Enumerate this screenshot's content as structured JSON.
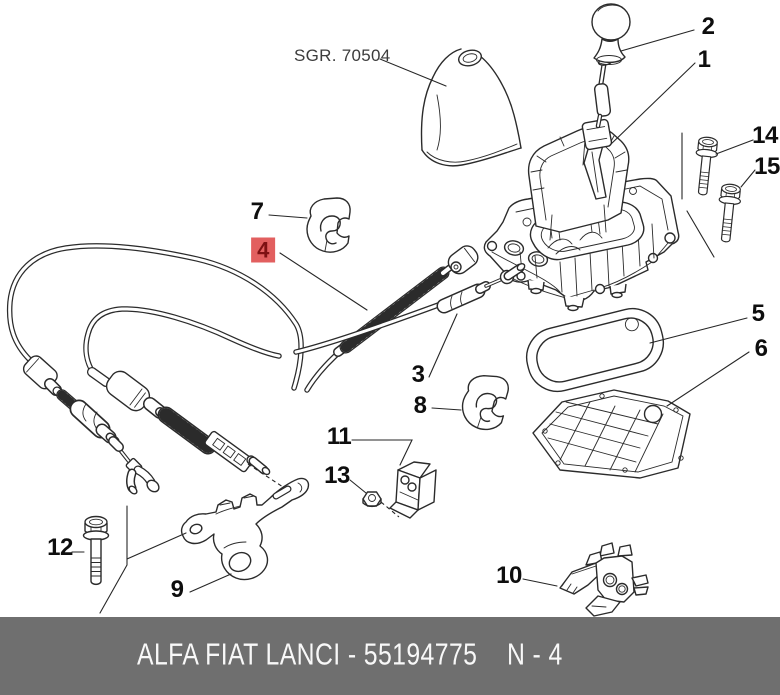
{
  "diagram": {
    "sgr_label": "SGR. 70504",
    "highlighted_callout": "4",
    "callouts": [
      {
        "label": "1"
      },
      {
        "label": "2"
      },
      {
        "label": "3"
      },
      {
        "label": "4"
      },
      {
        "label": "5"
      },
      {
        "label": "6"
      },
      {
        "label": "7"
      },
      {
        "label": "8"
      },
      {
        "label": "9"
      },
      {
        "label": "10"
      },
      {
        "label": "11"
      },
      {
        "label": "12"
      },
      {
        "label": "13"
      },
      {
        "label": "14"
      },
      {
        "label": "15"
      }
    ]
  },
  "footer": {
    "catalog_title": "ALFA FIAT LANCI - 55194775",
    "page_ref": "N - 4"
  },
  "colors": {
    "highlight_bg": "#e25f5f",
    "highlight_text": "#7e1113",
    "footer_bg": "#6f6f6f",
    "footer_text": "#f8f8f8",
    "line": "#2b2b2b"
  }
}
